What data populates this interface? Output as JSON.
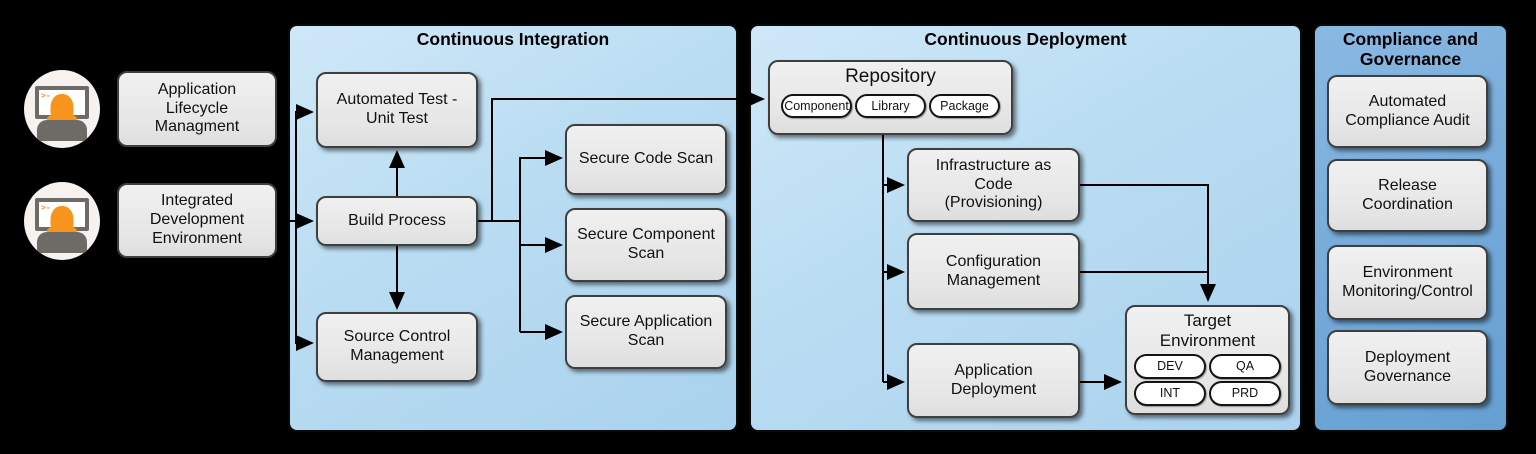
{
  "diagram": {
    "actors": [
      {
        "icon": "developer-workstation-icon",
        "label": "Application Lifecycle Managment"
      },
      {
        "icon": "developer-workstation-icon",
        "label": "Integrated Development Environment"
      }
    ],
    "sections": {
      "ci": {
        "title": "Continuous Integration",
        "boxes": [
          {
            "label": "Automated Test - Unit Test"
          },
          {
            "label": "Build Process"
          },
          {
            "label": "Source Control Management"
          },
          {
            "label": "Secure Code Scan"
          },
          {
            "label": "Secure Component Scan"
          },
          {
            "label": "Secure Application Scan"
          }
        ]
      },
      "cd": {
        "title": "Continuous Deployment",
        "repository": {
          "title": "Repository",
          "pills": [
            "Component",
            "Library",
            "Package"
          ]
        },
        "boxes": [
          {
            "label": "Infrastructure as Code (Provisioning)"
          },
          {
            "label": "Configuration Management"
          },
          {
            "label": "Application Deployment"
          }
        ],
        "target": {
          "title": "Target Environment",
          "pills": [
            "DEV",
            "QA",
            "INT",
            "PRD"
          ]
        }
      },
      "governance": {
        "title": "Compliance and Governance",
        "boxes": [
          {
            "label": "Automated Compliance Audit"
          },
          {
            "label": "Release Coordination"
          },
          {
            "label": "Environment Monitoring/Control"
          },
          {
            "label": "Deployment Governance"
          }
        ]
      }
    },
    "colors": {
      "section_light_blue": "#b9dcf2",
      "section_medium_blue": "#74a9d9",
      "node_gray": "#e8e8e8",
      "pill_white": "#ffffff",
      "accent_orange": "#f7941d",
      "connector_black": "#000000"
    }
  }
}
